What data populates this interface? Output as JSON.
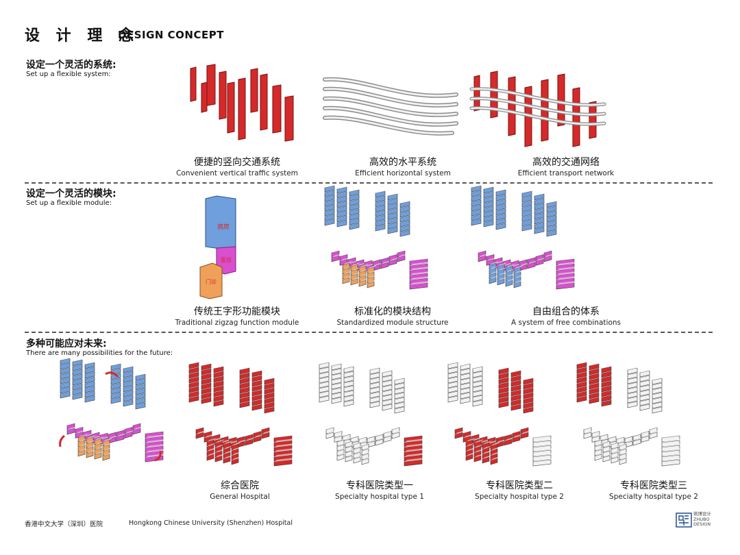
{
  "header": {
    "title_cn": "设 计 理 念",
    "title_en": "DESIGN CONCEPT"
  },
  "sections": [
    {
      "heading_cn": "设定一个灵活的系统:",
      "heading_en": "Set up a flexible system:",
      "items": [
        {
          "cn": "便捷的竖向交通系统",
          "en": "Convenient vertical traffic system"
        },
        {
          "cn": "高效的水平系统",
          "en": "Efficient horizontal system"
        },
        {
          "cn": "高效的交通网络",
          "en": "Efficient transport network"
        }
      ]
    },
    {
      "heading_cn": "设定一个灵活的模块:",
      "heading_en": "Set up a flexible module:",
      "items": [
        {
          "cn": "传统王字形功能模块",
          "en": "Traditional zigzag function module"
        },
        {
          "cn": "标准化的模块结构",
          "en": "Standardized module structure"
        },
        {
          "cn": "自由组合的体系",
          "en": "A system of free combinations"
        }
      ],
      "module_labels": {
        "top": "病房",
        "middle": "医技",
        "bottom": "门诊"
      }
    },
    {
      "heading_cn": "多种可能应对未来:",
      "heading_en": "There are many possibilities for the future:",
      "items": [
        {
          "cn": "综合医院",
          "en": "General Hospital"
        },
        {
          "cn": "专科医院类型一",
          "en": "Specialty hospital type 1"
        },
        {
          "cn": "专科医院类型二",
          "en": "Specialty hospital type 2"
        },
        {
          "cn": "专科医院类型三",
          "en": "Specialty hospital type 2"
        }
      ]
    }
  ],
  "footer": {
    "name_cn": "香港中文大学（深圳）医院",
    "name_en": "Hongkong Chinese University (Shenzhen) Hospital"
  },
  "logo": {
    "line1": "筑博设计",
    "line2": "ZHUBO",
    "line3": "DESIGN"
  },
  "colors": {
    "red": "#d42a2a",
    "blue": "#6f9fdc",
    "magenta": "#d94fd0",
    "orange": "#efa15a",
    "white": "#f2f2f2",
    "divider": "#555555"
  }
}
